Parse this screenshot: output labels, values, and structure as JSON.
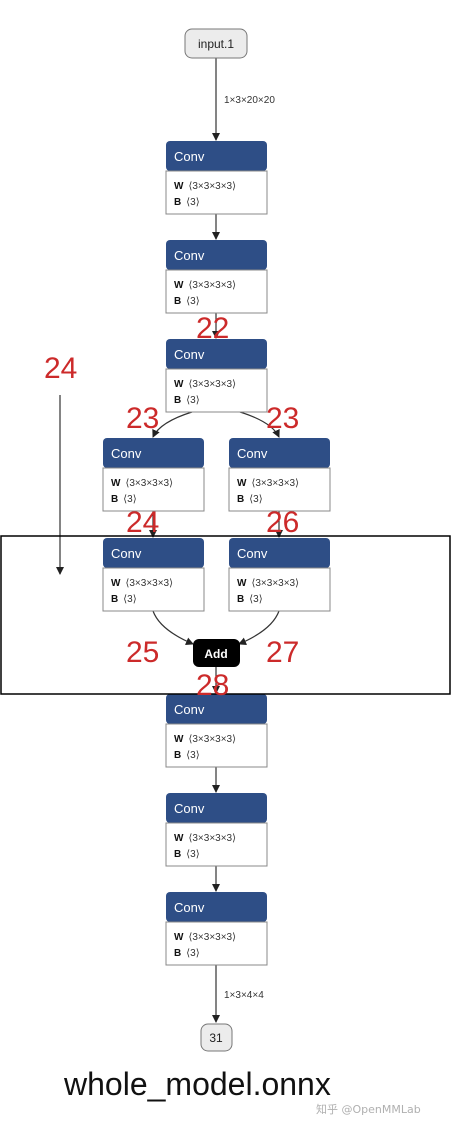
{
  "input": {
    "label": "input.1",
    "shape": "1×3×20×20"
  },
  "output": {
    "label": "31",
    "shape": "1×3×4×4"
  },
  "conv_nodes": [
    {
      "title": "Conv",
      "w_key": "W",
      "w_val": "⟨3×3×3×3⟩",
      "b_key": "B",
      "b_val": "⟨3⟩"
    },
    {
      "title": "Conv",
      "w_key": "W",
      "w_val": "⟨3×3×3×3⟩",
      "b_key": "B",
      "b_val": "⟨3⟩"
    },
    {
      "title": "Conv",
      "w_key": "W",
      "w_val": "⟨3×3×3×3⟩",
      "b_key": "B",
      "b_val": "⟨3⟩"
    },
    {
      "title": "Conv",
      "w_key": "W",
      "w_val": "⟨3×3×3×3⟩",
      "b_key": "B",
      "b_val": "⟨3⟩"
    },
    {
      "title": "Conv",
      "w_key": "W",
      "w_val": "⟨3×3×3×3⟩",
      "b_key": "B",
      "b_val": "⟨3⟩"
    },
    {
      "title": "Conv",
      "w_key": "W",
      "w_val": "⟨3×3×3×3⟩",
      "b_key": "B",
      "b_val": "⟨3⟩"
    },
    {
      "title": "Conv",
      "w_key": "W",
      "w_val": "⟨3×3×3×3⟩",
      "b_key": "B",
      "b_val": "⟨3⟩"
    },
    {
      "title": "Conv",
      "w_key": "W",
      "w_val": "⟨3×3×3×3⟩",
      "b_key": "B",
      "b_val": "⟨3⟩"
    },
    {
      "title": "Conv",
      "w_key": "W",
      "w_val": "⟨3×3×3×3⟩",
      "b_key": "B",
      "b_val": "⟨3⟩"
    }
  ],
  "add_node": {
    "label": "Add"
  },
  "annotations": [
    "22",
    "24",
    "23",
    "23",
    "24",
    "26",
    "25",
    "27",
    "28"
  ],
  "caption": "whole_model.onnx",
  "watermark": "知乎 @OpenMMLab",
  "colors": {
    "conv_header": "#2e4e86",
    "annotation_red": "#cc2a2a",
    "add_node": "#000000"
  }
}
